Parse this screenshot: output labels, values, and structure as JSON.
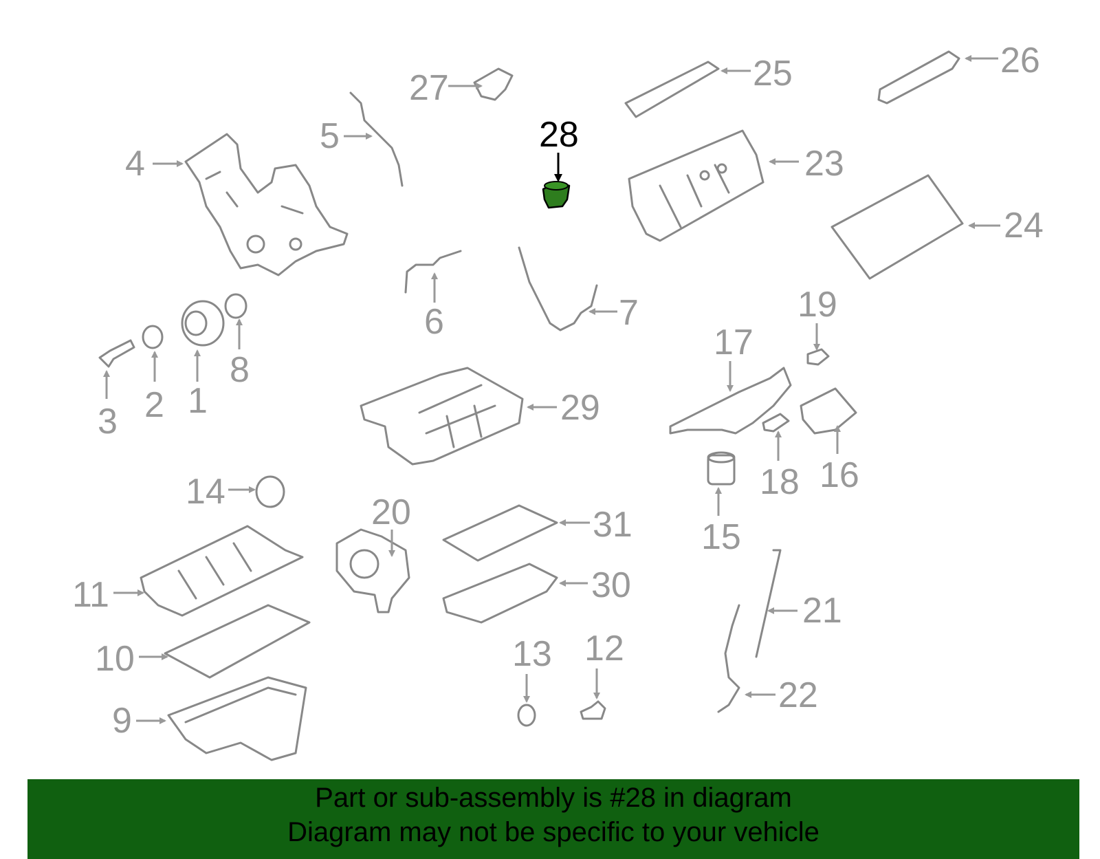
{
  "diagram": {
    "highlight_part": "28",
    "highlight_color": "#2e7d1e",
    "callouts": [
      "1",
      "2",
      "3",
      "4",
      "5",
      "6",
      "7",
      "8",
      "9",
      "10",
      "11",
      "12",
      "13",
      "14",
      "15",
      "16",
      "17",
      "18",
      "19",
      "20",
      "21",
      "22",
      "23",
      "24",
      "25",
      "26",
      "27",
      "28",
      "29",
      "30",
      "31"
    ]
  },
  "banner": {
    "line1": "Part or sub-assembly is #28 in diagram",
    "line2": "Diagram may not be specific to your vehicle",
    "background": "#106010"
  }
}
